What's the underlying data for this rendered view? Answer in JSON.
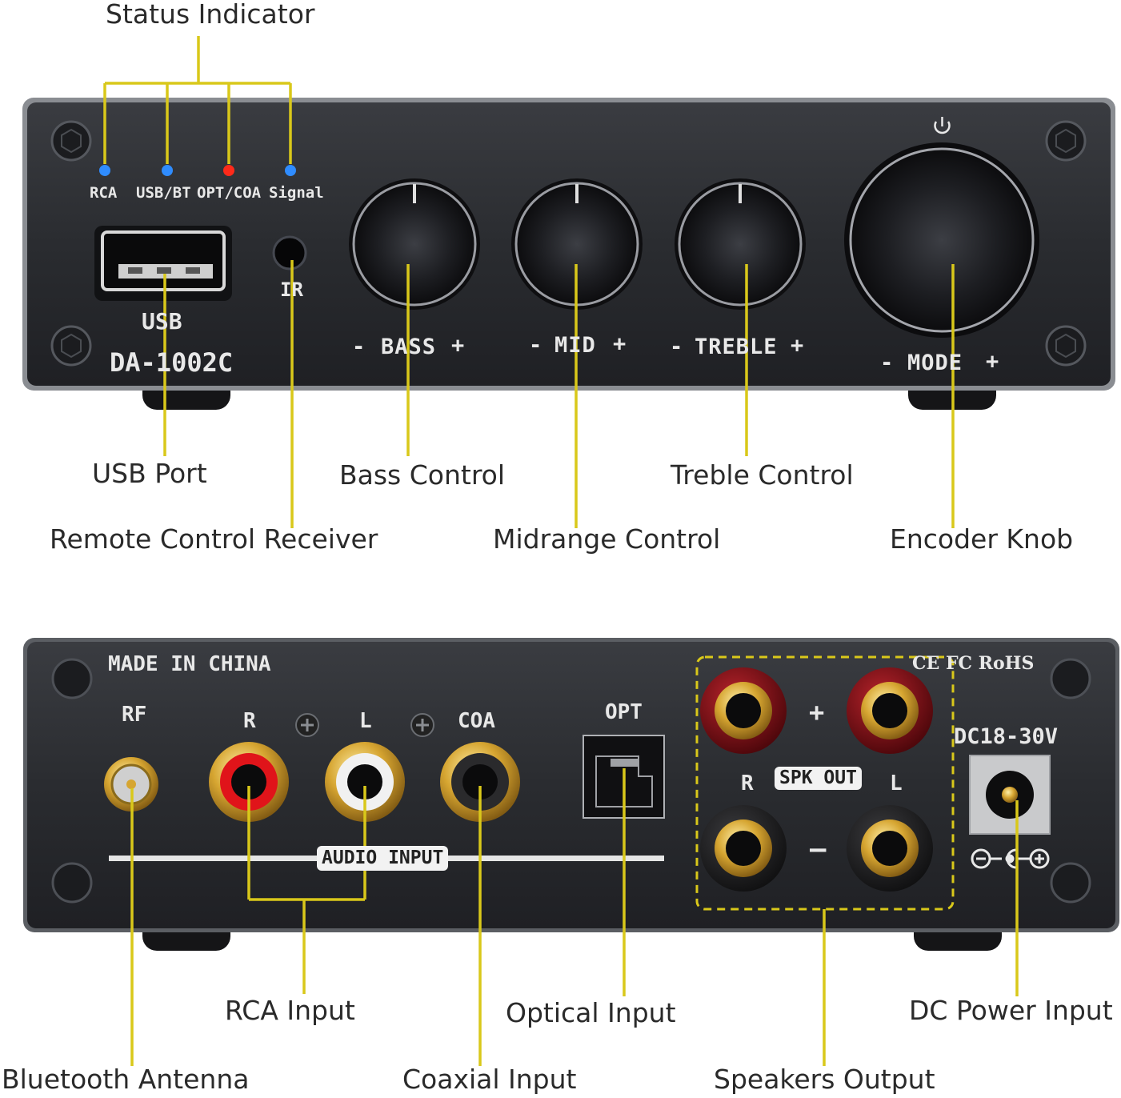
{
  "colors": {
    "leader": "#d9c81a",
    "chassis": "#2b2d31",
    "chassis_edge": "#6e7177",
    "led_blue": "#2f8cff",
    "led_red": "#ff2a1a",
    "rca_red": "#e0141a",
    "post_red": "#7a0c12",
    "gold": "#d6a531"
  },
  "front": {
    "leds": [
      "RCA",
      "USB/BT",
      "OPT/COA",
      "Signal"
    ],
    "usb_label": "USB",
    "ir_label": "IR",
    "model": "DA-1002C",
    "knobs": [
      "BASS",
      "MID",
      "TREBLE",
      "MODE"
    ],
    "minus": "-",
    "plus": "+",
    "power_icon": "power-icon"
  },
  "rear": {
    "made_in": "MADE IN CHINA",
    "rf": "RF",
    "r": "R",
    "l": "L",
    "coa": "COA",
    "opt": "OPT",
    "audio_input": "AUDIO INPUT",
    "certs": "CE FC RoHS",
    "dc": "DC18-30V",
    "spk_out": "SPK OUT",
    "spk_r": "R",
    "spk_l": "L",
    "spk_plus": "+",
    "spk_minus": "–"
  },
  "callouts": {
    "status_indicator": "Status Indicator",
    "usb_port": "USB Port",
    "remote_receiver": "Remote Control Receiver",
    "bass_control": "Bass Control",
    "midrange_control": "Midrange Control",
    "treble_control": "Treble Control",
    "encoder_knob": "Encoder Knob",
    "rca_input": "RCA Input",
    "bluetooth_antenna": "Bluetooth Antenna",
    "optical_input": "Optical Input",
    "coaxial_input": "Coaxial Input",
    "dc_power_input": "DC Power Input",
    "speakers_output": "Speakers Output"
  }
}
